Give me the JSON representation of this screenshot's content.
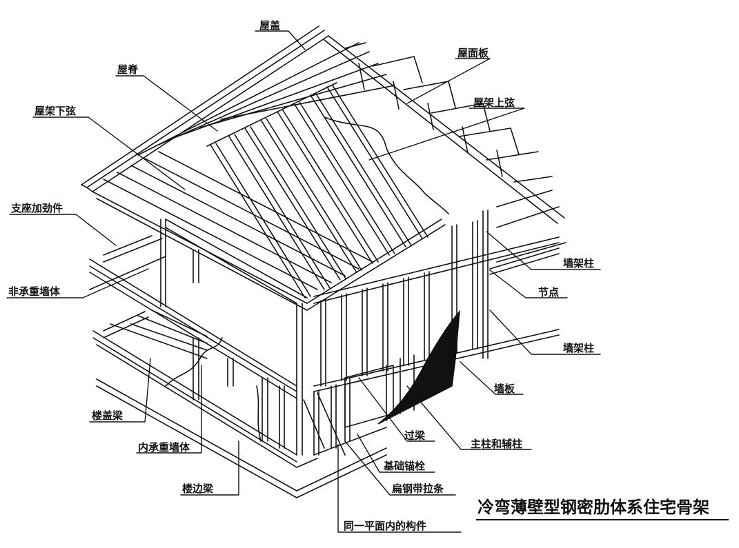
{
  "title": "冷弯薄壁型钢密肋体系住宅骨架",
  "labels": {
    "roof_cover": "屋盖",
    "ridge": "屋脊",
    "roof_panel": "屋面板",
    "truss_bottom_chord": "屋架下弦",
    "truss_top_chord": "屋架上弦",
    "bearing_stiffener": "支座加劲件",
    "nonbearing_wall": "非承重墙体",
    "wall_stud_upper": "墙架柱",
    "joint": "节点",
    "wall_stud_lower": "墙架柱",
    "wall_panel": "墙板",
    "floor_joist": "楼盖梁",
    "lintel": "过梁",
    "king_jack_stud": "主柱和辅柱",
    "interior_bearing_wall": "内承重墙体",
    "anchor_bolt": "基础锚栓",
    "rim_joist": "楼边梁",
    "flat_strap": "扁钢带拉条",
    "coplanar_members": "同一平面内的构件"
  },
  "colors": {
    "ink": "#111111",
    "paper": "#ffffff",
    "wall_panel_fill": "#111111"
  }
}
